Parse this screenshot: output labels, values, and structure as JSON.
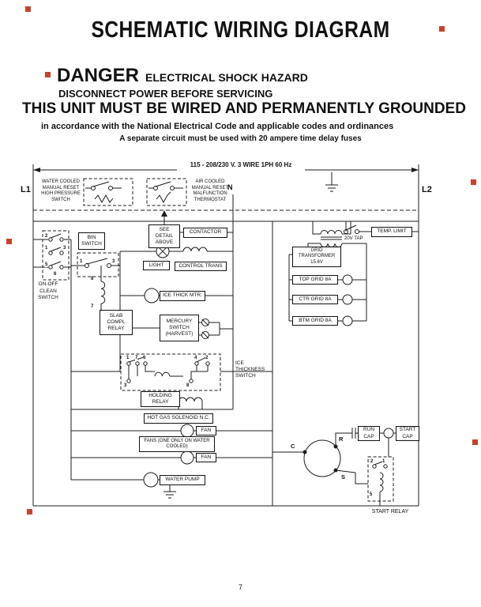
{
  "page": {
    "title": "SCHEMATIC WIRING DIAGRAM",
    "page_number": "7",
    "registration_mark_color": "#c5442c"
  },
  "warnings": {
    "danger_word": "DANGER",
    "danger_rest": "ELECTRICAL SHOCK HAZARD",
    "line2": "DISCONNECT POWER BEFORE SERVICING",
    "line3": "THIS UNIT MUST BE WIRED AND PERMANENTLY GROUNDED",
    "line4": "in accordance with the National Electrical Code and applicable codes and ordinances",
    "line5": "A separate circuit must be used with 20 ampere time delay fuses"
  },
  "diagram": {
    "power_spec": "115 - 208/230 V. 3 WIRE 1PH 60 Hz",
    "terminals": {
      "l1": "L1",
      "l2": "L2",
      "n": "N",
      "r": "R",
      "c": "C",
      "s": "S"
    },
    "labels": {
      "high_pressure": "WATER COOLED\nMANUAL RESET\nHIGH PRESSURE\nSWITCH",
      "malfunction": "AIR COOLED\nMANUAL RESET\nMALFUNCTION\nTHERMOSTAT",
      "bin_switch": "BIN\nSWITCH",
      "see_detail": "SEE\nDETAIL\nABOVE",
      "contactor": "CONTACTOR",
      "light": "LIGHT",
      "control_trans": "CONTROL TRANS",
      "on_off": "ON-OFF",
      "clean_switch": "CLEAN\nSWITCH",
      "slab_relay": "SLAB\nCOMPL\nRELAY",
      "ice_thick_mtr": "ICE THICK MTR.",
      "mercury_switch": "MERCURY\nSWITCH\n(HARVEST)",
      "temp_limit": "TEMP. LIMIT",
      "grid_transformer": "GRID\nTRANSFORMER 15.6V",
      "tap_20v": "20V TAP",
      "top_grid": "TOP GRID 8A",
      "ctr_grid": "CTR GRID 8A",
      "btm_grid": "BTM GRID 8A",
      "ice_thickness_switch": "ICE\nTHICKNESS\nSWITCH",
      "holding_relay": "HOLDING\nRELAY",
      "hot_gas_solenoid": "HOT GAS SOLENOID N.C.",
      "fan_upper": "FAN",
      "fans_note": "FANS (ONE ONLY ON WATER\nCOOLED)",
      "fan_lower": "FAN",
      "water_pump": "WATER PUMP",
      "run_cap": "RUN\nCAP",
      "start_cap": "START\nCAP",
      "start_relay": "START RELAY"
    },
    "pins": {
      "clean": [
        "2",
        "1",
        "3",
        "5",
        "6"
      ],
      "bin": [
        "1",
        "3"
      ],
      "slab": [
        "8",
        "7"
      ],
      "holding": [
        "1",
        "7",
        "6",
        "4",
        "2",
        "3",
        "8"
      ],
      "start_relay": [
        "2",
        "1",
        "5"
      ]
    }
  }
}
